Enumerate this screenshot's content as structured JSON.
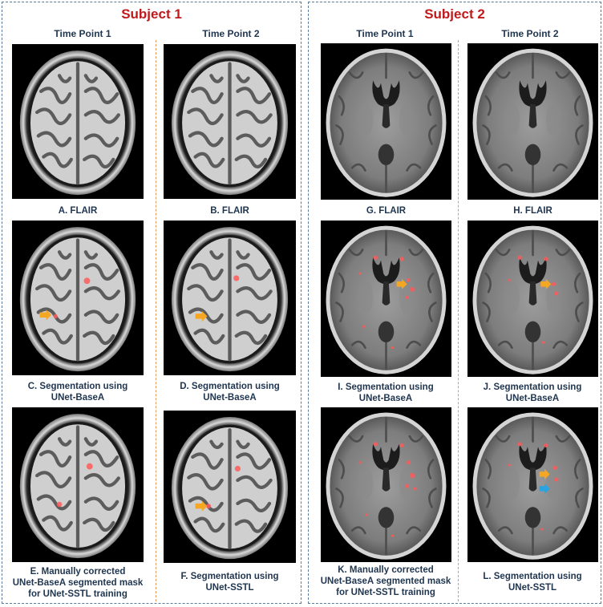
{
  "subject1": {
    "title": "Subject 1",
    "time_point_1": "Time Point 1",
    "time_point_2": "Time Point 2",
    "captions": {
      "A": [
        "A. FLAIR"
      ],
      "B": [
        "B. FLAIR"
      ],
      "C": [
        "C. Segmentation using",
        "UNet-BaseA"
      ],
      "D": [
        "D. Segmentation using",
        "UNet-BaseA"
      ],
      "E": [
        "E. Manually corrected",
        "UNet-BaseA segmented mask",
        "for UNet-SSTL training"
      ],
      "F": [
        "F. Segmentation using",
        "UNet-SSTL"
      ]
    }
  },
  "subject2": {
    "title": "Subject 2",
    "time_point_1": "Time Point 1",
    "time_point_2": "Time Point 2",
    "captions": {
      "G": [
        "G. FLAIR"
      ],
      "H": [
        "H. FLAIR"
      ],
      "I": [
        "I. Segmentation using",
        "UNet-BaseA"
      ],
      "J": [
        "J. Segmentation using",
        "UNet-BaseA"
      ],
      "K": [
        "K. Manually corrected",
        "UNet-BaseA segmented mask",
        "for UNet-SSTL training"
      ],
      "L": [
        "L. Segmentation using",
        "UNet-SSTL"
      ]
    }
  },
  "colors": {
    "title_red": "#c0191c",
    "caption_navy": "#1f3550",
    "panel_border": "#5b7a99",
    "divider_orange": "#e59a5c",
    "lesion_red": "#ff5a5a",
    "arrow_orange": "#f5a623",
    "arrow_blue": "#2aa4e0"
  }
}
